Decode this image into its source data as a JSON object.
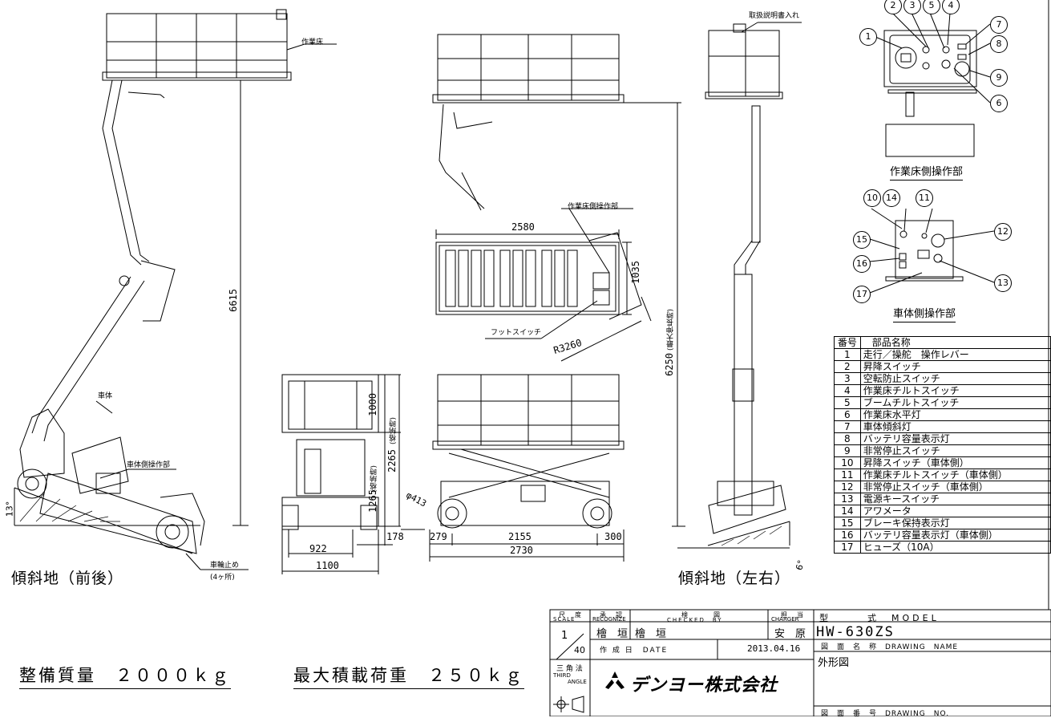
{
  "views": {
    "front_slope_label": "傾斜地（前後）",
    "side_slope_label": "傾斜地（左右）",
    "platform_label": "作業床",
    "manual_holder_label": "取扱説明書入れ",
    "platform_ctrl_label_top": "作業床側操作部",
    "foot_switch_label": "フットスイッチ",
    "chassis_label": "車体",
    "chassis_ctrl_label_left": "車体側操作部",
    "wheel_chock_label": "車輪止め",
    "wheel_chock_qty": "(4ヶ所)",
    "angle_front": "13°",
    "angle_side": "6°"
  },
  "dimensions": {
    "d6615": "6615",
    "d2580": "2580",
    "d1035": "1035",
    "r3260": "R3260",
    "d6250": "6250",
    "d6250_note": "(最大伸長時)",
    "d1000": "1000",
    "d2265": "2265",
    "d2265_note": "(格納時)",
    "d1265": "1265",
    "d1265_note": "(格納時)",
    "d178": "178",
    "d922": "922",
    "d1100": "1100",
    "d279": "279",
    "d2155": "2155",
    "d300": "300",
    "d2730": "2730",
    "dia413": "φ413"
  },
  "panels": {
    "platform_panel_title": "作業床側操作部",
    "chassis_panel_title": "車体側操作部",
    "platform_callouts": [
      "1",
      "2",
      "3",
      "5",
      "4",
      "7",
      "8",
      "9",
      "6"
    ],
    "chassis_callouts": [
      "10",
      "14",
      "11",
      "12",
      "15",
      "16",
      "13",
      "17"
    ]
  },
  "parts_table": {
    "header_no": "番号",
    "header_name": "部品名称",
    "rows": [
      {
        "no": "1",
        "name": "走行／操舵　操作レバー"
      },
      {
        "no": "2",
        "name": "昇降スイッチ"
      },
      {
        "no": "3",
        "name": "空転防止スイッチ"
      },
      {
        "no": "4",
        "name": "作業床チルトスイッチ"
      },
      {
        "no": "5",
        "name": "ブームチルトスイッチ"
      },
      {
        "no": "6",
        "name": "作業床水平灯"
      },
      {
        "no": "7",
        "name": "車体傾斜灯"
      },
      {
        "no": "8",
        "name": "バッテリ容量表示灯"
      },
      {
        "no": "9",
        "name": "非常停止スイッチ"
      },
      {
        "no": "10",
        "name": "昇降スイッチ（車体側）"
      },
      {
        "no": "11",
        "name": "作業床チルトスイッチ（車体側）"
      },
      {
        "no": "12",
        "name": "非常停止スイッチ（車体側）"
      },
      {
        "no": "13",
        "name": "電源キースイッチ"
      },
      {
        "no": "14",
        "name": "アワメータ"
      },
      {
        "no": "15",
        "name": "ブレーキ保持表示灯"
      },
      {
        "no": "16",
        "name": "バッテリ容量表示灯（車体側）"
      },
      {
        "no": "17",
        "name": "ヒューズ（10A）"
      }
    ]
  },
  "specs": {
    "weight": "整備質量　２０００ｋｇ",
    "max_load": "最大積載荷重　２５０ｋｇ"
  },
  "title_block": {
    "scale_label": "尺　度",
    "scale_label_en": "SCALE",
    "scale_num": "1",
    "scale_den": "40",
    "recognize_label": "承　認",
    "recognize_label_en": "RECOGNIZE",
    "checked_label": "検　　　図",
    "checked_label_en": "CHECKED　BY",
    "charger_label": "担　当",
    "charger_label_en": "CHARGER",
    "recognize_name": "檜　垣",
    "checked_name": "檜　垣",
    "charger_name": "安　原",
    "date_label": "作 成 日　DATE",
    "date_value": "2013.04.16",
    "projection_label": "三 角 法",
    "projection_en1": "THIRD",
    "projection_en2": "ANGLE",
    "company": "デンヨー株式会社",
    "model_label": "型　　　式　MODEL",
    "model_value": "HW-630ZS",
    "drawing_name_label": "図　面　名　称　DRAWING　NAME",
    "drawing_name_value": "外形図",
    "drawing_no_label": "図　面　番　号　DRAWING　NO."
  }
}
